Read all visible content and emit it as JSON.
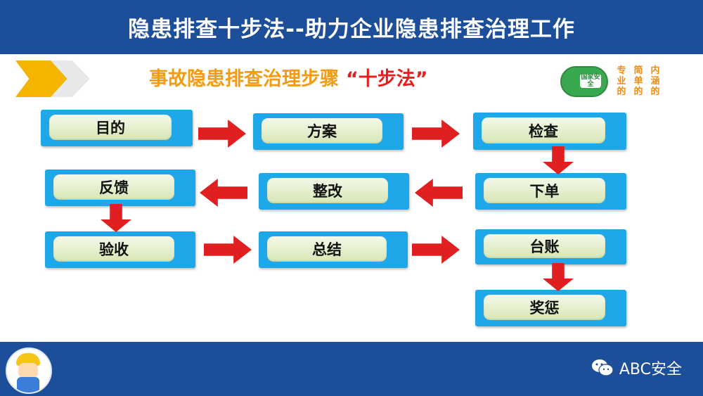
{
  "header": {
    "title": "隐患排查十步法--助力企业隐患排查治理工作"
  },
  "subtitle": {
    "main": "事故隐患排查治理步骤",
    "accent": "“十步法”"
  },
  "logo": {
    "badge": "国家安全",
    "chars": [
      "专",
      "简",
      "内",
      "业",
      "单",
      "涵",
      "的",
      "的",
      "的"
    ]
  },
  "steps": [
    {
      "id": "mudi",
      "label": "目的"
    },
    {
      "id": "fangan",
      "label": "方案"
    },
    {
      "id": "jiancha",
      "label": "检查"
    },
    {
      "id": "xiadan",
      "label": "下单"
    },
    {
      "id": "zhenggai",
      "label": "整改"
    },
    {
      "id": "fankui",
      "label": "反馈"
    },
    {
      "id": "yanshou",
      "label": "验收"
    },
    {
      "id": "zongjie",
      "label": "总结"
    },
    {
      "id": "taizhang",
      "label": "台账"
    },
    {
      "id": "jiangcheng",
      "label": "奖惩"
    }
  ],
  "footer": {
    "brand": "ABC安全"
  },
  "colors": {
    "header": "#1d4e9a",
    "box": "#1ea7e9",
    "arrow": "#e02020",
    "subtitle": "#f39c12",
    "accent": "#e51f1f"
  }
}
